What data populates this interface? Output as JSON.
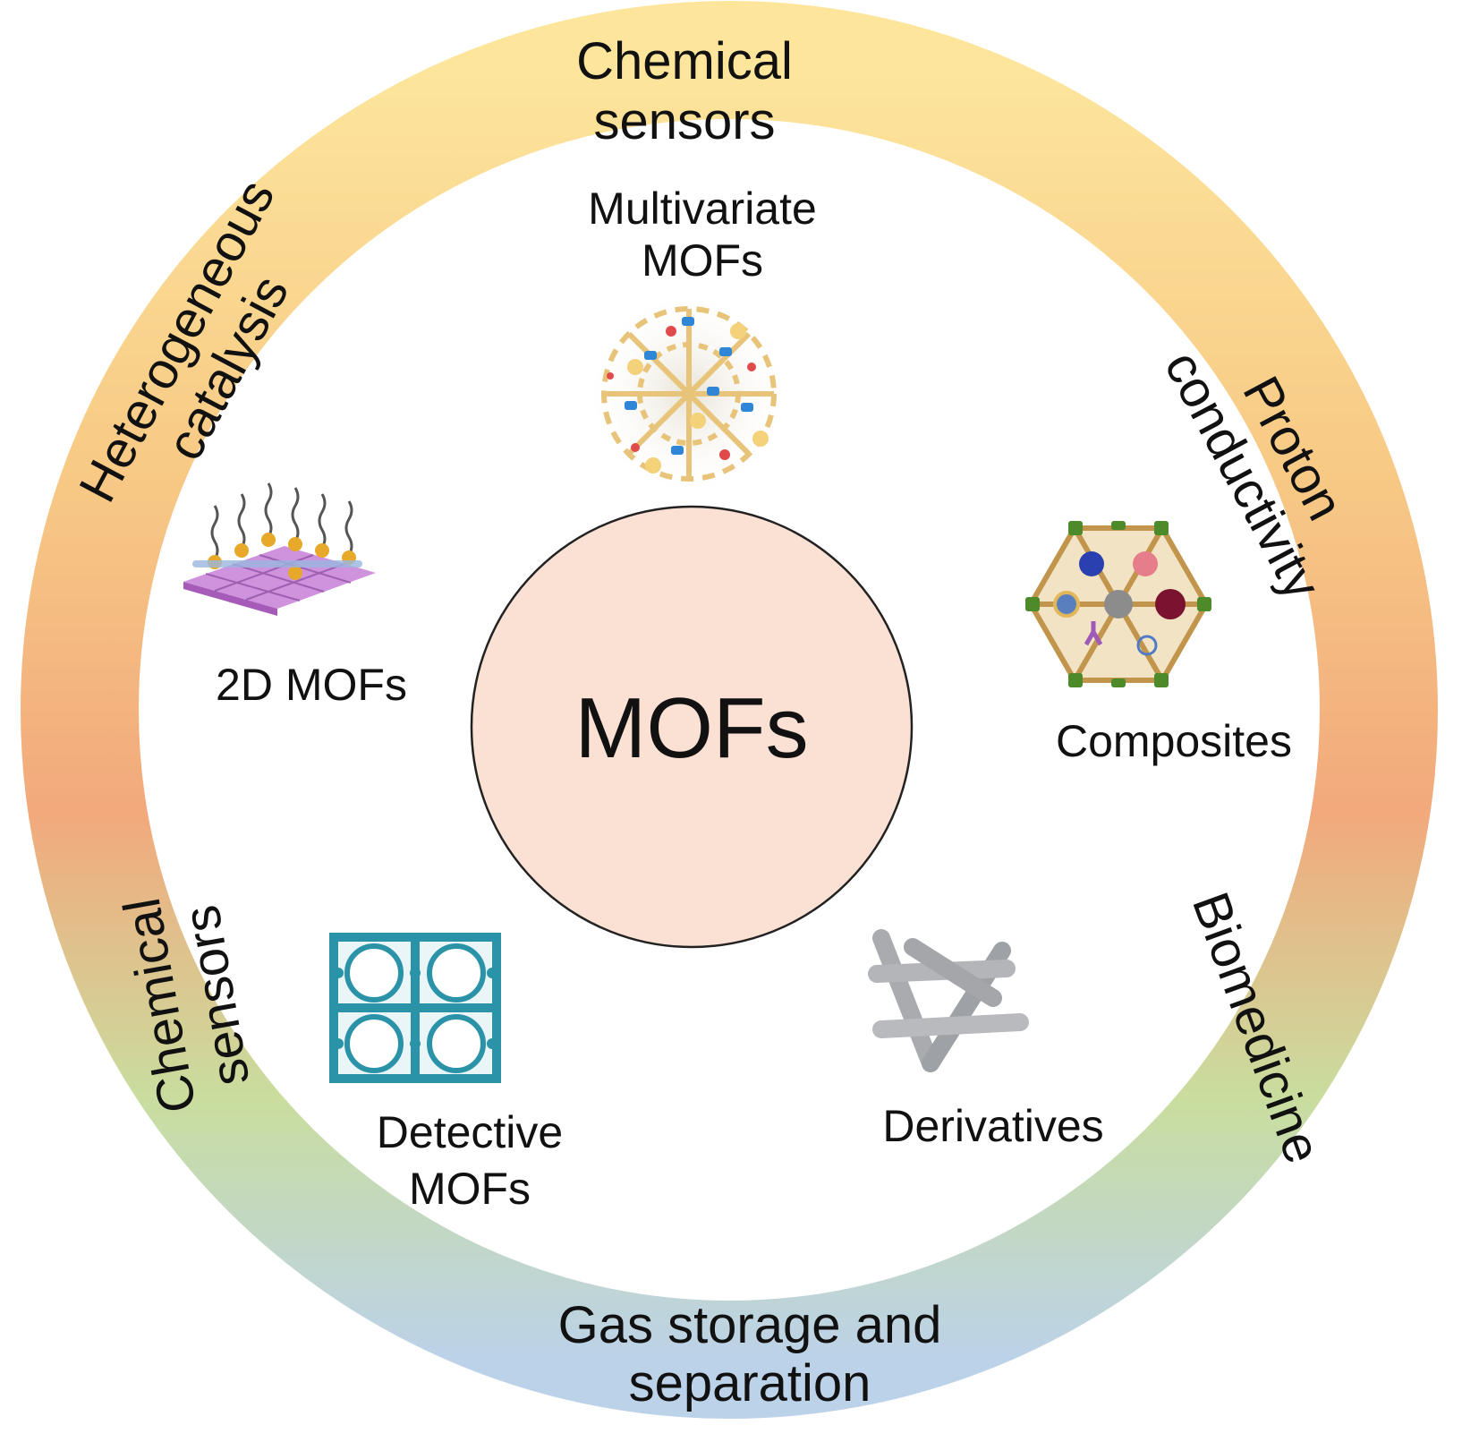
{
  "center": {
    "label": "MOFs",
    "fill": "#fbe0d4",
    "stroke": "#222222"
  },
  "ring": {
    "gradient_colors": [
      "#fde69c",
      "#f7c985",
      "#f2a97c",
      "#c9dd9f",
      "#bcd2e9"
    ],
    "applications": {
      "top": [
        "Chemical",
        "sensors"
      ],
      "upper_left": [
        "Heterogeneous",
        "catalysis"
      ],
      "upper_right": [
        "Proton",
        "conductivity"
      ],
      "lower_left": [
        "Chemical",
        "sensors"
      ],
      "lower_right": [
        "Biomedicine"
      ],
      "bottom": [
        "Gas storage and",
        "separation"
      ]
    }
  },
  "mof_classes": {
    "multivariate": {
      "lines": [
        "Multivariate",
        "MOFs"
      ],
      "icon": "multivariate-mof-structure-icon"
    },
    "two_d": {
      "lines": [
        "2D MOFs"
      ],
      "icon": "2d-mof-layer-icon"
    },
    "composites": {
      "lines": [
        "Composites"
      ],
      "icon": "composite-hexagon-icon"
    },
    "detective": {
      "lines": [
        "Detective",
        "MOFs"
      ],
      "icon": "porous-framework-grid-icon"
    },
    "derivatives": {
      "lines": [
        "Derivatives"
      ],
      "icon": "rod-derivatives-icon"
    }
  }
}
